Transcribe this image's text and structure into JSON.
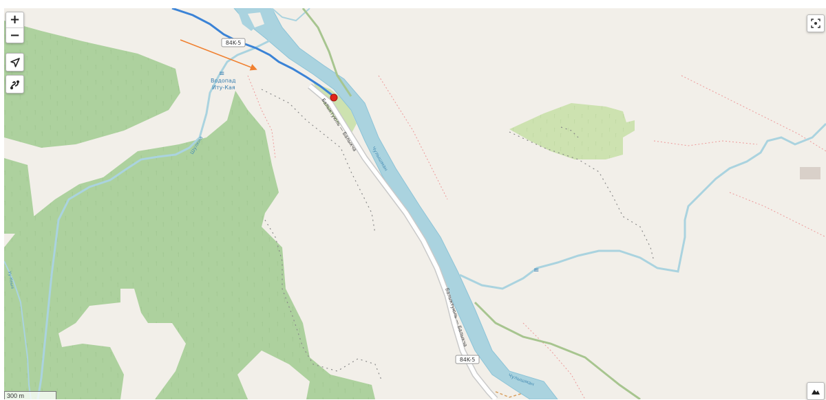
{
  "map": {
    "road_shield_top": "84K-5",
    "road_shield_bottom": "84K-5",
    "road_name_upper": "Балыктуюль — Балыкча",
    "road_name_lower": "Балыктуюль — Балыкча",
    "waterfall_label_line1": "Водопад",
    "waterfall_label_line2": "Иту-Кая",
    "stream_label": "Шулкна",
    "river_label_upper": "Чулышман",
    "river_label_lower": "Чулышман",
    "stream_label_left": "Уу-Кеыя"
  },
  "controls": {
    "zoom_in": "+",
    "zoom_out": "−"
  },
  "scale": {
    "label": "300 m"
  },
  "colors": {
    "land": "#f2efe9",
    "forest": "#add19e",
    "meadow": "#cde2b0",
    "water": "#aad3df",
    "river_outline": "#8cc3d7",
    "route": "#3b83d6",
    "road_casing": "#a7c58f",
    "marker": "#e0251b",
    "annotation_arrow": "#f08030"
  }
}
